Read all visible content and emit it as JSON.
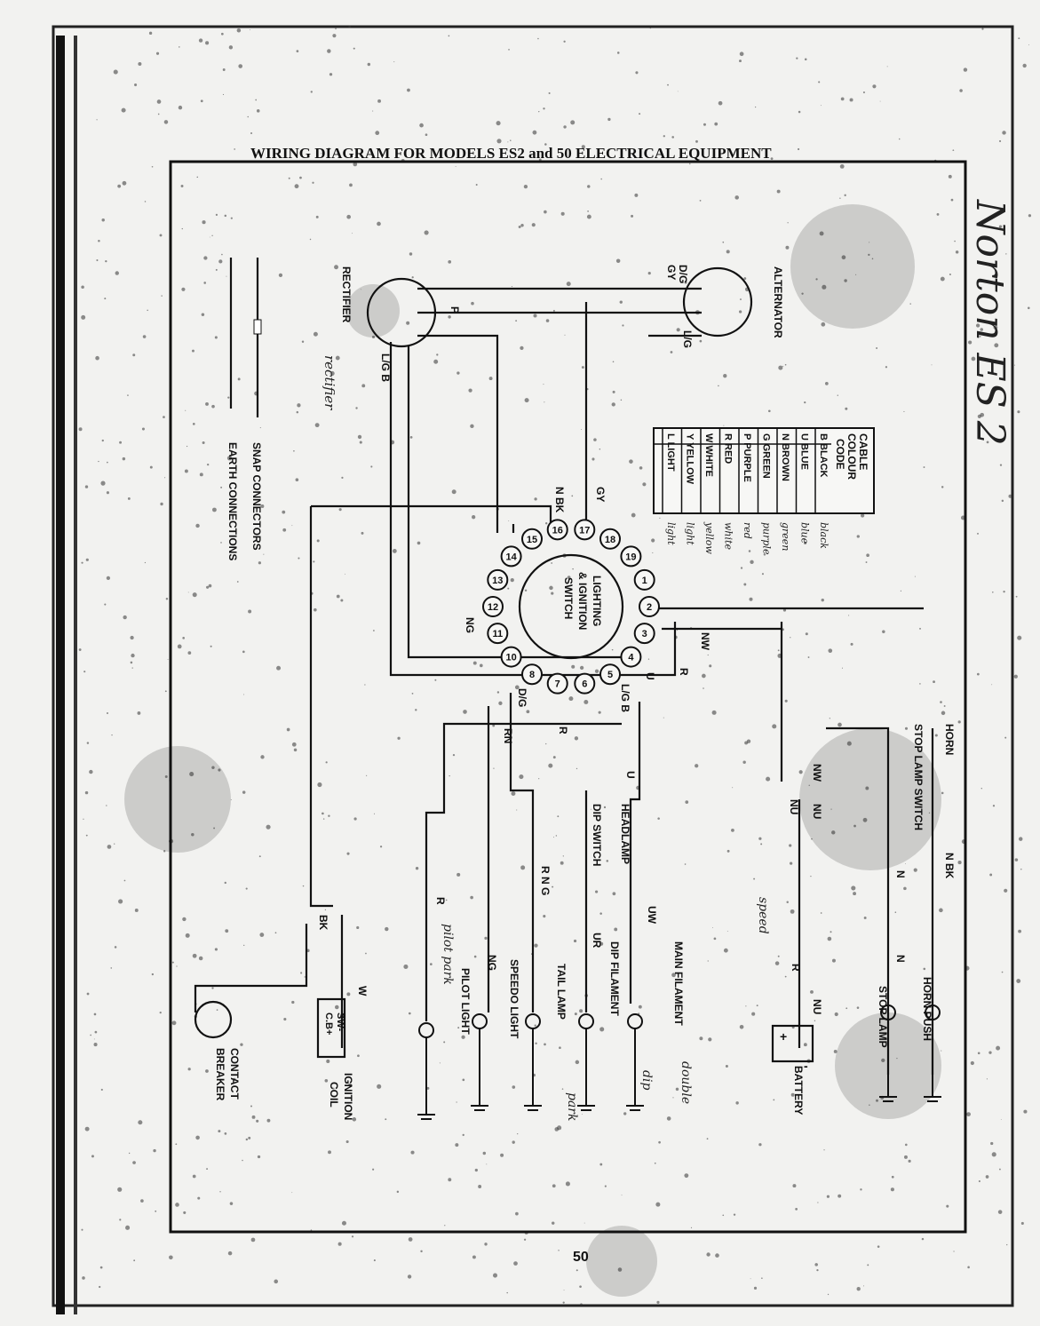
{
  "title": "WIRING DIAGRAM FOR MODELS ES2 and 50 ELECTRICAL EQUIPMENT",
  "handwritten_title": "Norton ES 2",
  "page_number": "50",
  "colour_code": {
    "heading": [
      "CABLE",
      "COLOUR",
      "CODE"
    ],
    "rows": [
      "B BLACK",
      "U BLUE",
      "N BROWN",
      "G GREEN",
      "P PURPLE",
      "R RED",
      "W WHITE",
      "Y YELLOW",
      "L LIGHT"
    ]
  },
  "components": {
    "alternator": "ALTERNATOR",
    "rectifier": "RECTIFIER",
    "switch": [
      "LIGHTING",
      "& IGNITION",
      "SWITCH"
    ],
    "headlamp_dip_switch": [
      "HEADLAMP",
      "DIP SWITCH"
    ],
    "main_filament": "MAIN FILAMENT",
    "dip_filament": "DIP FILAMENT",
    "tail_lamp": "TAIL LAMP",
    "speedo_light": "SPEEDO LIGHT",
    "pilot_light": "PILOT LIGHT",
    "ignition_coil": [
      "IGNITION",
      "COIL"
    ],
    "coil_terminals": [
      "SW-",
      "C.B+"
    ],
    "contact_breaker": [
      "CONTACT",
      "BREAKER"
    ],
    "battery": "BATTERY",
    "horn": "HORN",
    "stop_lamp_switch": "STOP LAMP SWITCH",
    "horn_push": "HORN PUSH",
    "stop_lamp": "STOP LAMP",
    "snap_connectors": "SNAP CONNECTORS",
    "earth_connections": "EARTH CONNECTIONS"
  },
  "switch_terminals": [
    "1",
    "2",
    "3",
    "4",
    "5",
    "6",
    "7",
    "8",
    "10",
    "11",
    "12",
    "13",
    "14",
    "15",
    "16",
    "17",
    "18",
    "19"
  ],
  "wire_labels": {
    "dg_top": "D/G",
    "gy_top": "GY",
    "lg_alt": "L/G",
    "p": "P",
    "lgb_rect": "L/G B",
    "gy_sw": "GY",
    "n_bk": "N BK",
    "nw": "NW",
    "r1": "R",
    "u": "U",
    "lgb_sw": "L/G B",
    "r2": "R",
    "rn": "RN",
    "dg_sw": "D/G",
    "ng_sw": "NG",
    "uw": "UW",
    "ur": "UR",
    "u_dip": "U",
    "rng": "R N G",
    "ng": "NG",
    "r_pilot": "R",
    "w": "W",
    "bk": "BK",
    "nw_b": "NW",
    "nu1": "NU",
    "nu2": "NU",
    "nu3": "NU",
    "n1": "N",
    "n2": "N",
    "nbk": "N BK",
    "r_bat": "R",
    "plus": "+",
    "minus": "-"
  },
  "handwritten_notes": [
    "rectifier",
    "double",
    "dip",
    "park",
    "speed",
    "pilot park",
    "black",
    "blue",
    "green",
    "purple",
    "red",
    "white",
    "yellow",
    "light"
  ],
  "colors": {
    "ink": "#111111",
    "paper": "#f2f2f0"
  }
}
